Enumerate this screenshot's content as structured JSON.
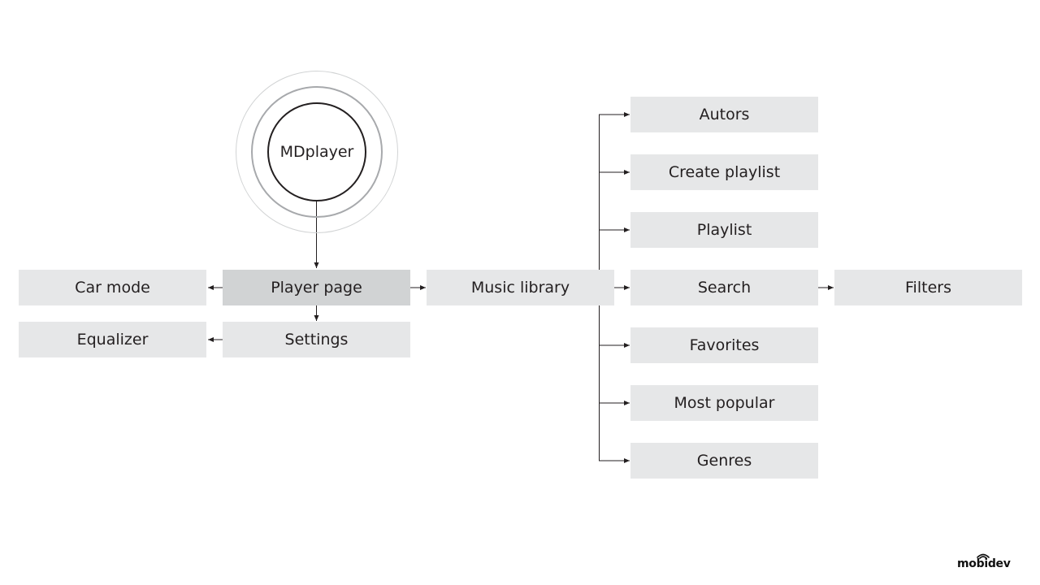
{
  "root": {
    "label": "MDplayer"
  },
  "nodes": {
    "player_page": "Player page",
    "car_mode": "Car mode",
    "settings": "Settings",
    "equalizer": "Equalizer",
    "music_library": "Music library",
    "autors": "Autors",
    "create_playlist": "Create playlist",
    "playlist": "Playlist",
    "search": "Search",
    "filters": "Filters",
    "favorites": "Favorites",
    "most_popular": "Most popular",
    "genres": "Genres"
  },
  "brand": {
    "logo": "mobidev"
  },
  "colors": {
    "node_fill": "#e6e7e8",
    "active_fill": "#d1d3d4",
    "line": "#231f20"
  }
}
